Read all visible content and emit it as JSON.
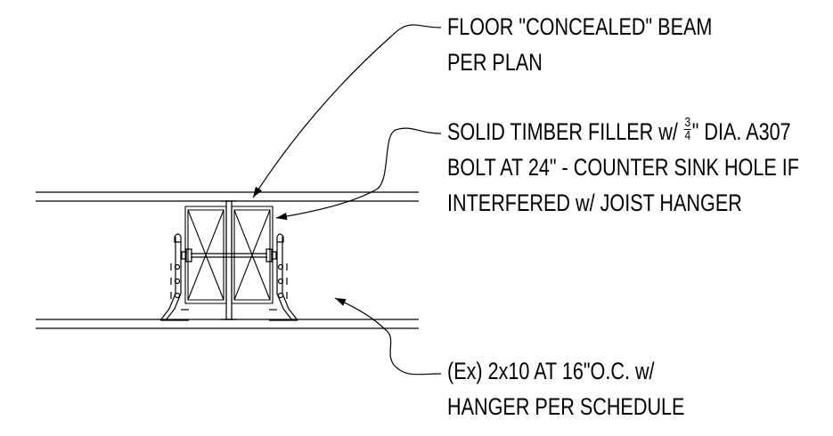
{
  "notes": {
    "beam": {
      "line1": "FLOOR \"CONCEALED\" BEAM",
      "line2": "PER PLAN"
    },
    "filler": {
      "line1_before": "SOLID TIMBER FILLER w/ ",
      "frac_num": "3",
      "frac_den": "4",
      "line1_after": "\" DIA. A307",
      "line2": "BOLT AT 24\" - COUNTER SINK HOLE IF",
      "line3": "INTERFERED w/ JOIST HANGER"
    },
    "joist": {
      "line1": "(Ex) 2x10 AT 16\"O.C. w/",
      "line2": "HANGER PER SCHEDULE"
    }
  }
}
